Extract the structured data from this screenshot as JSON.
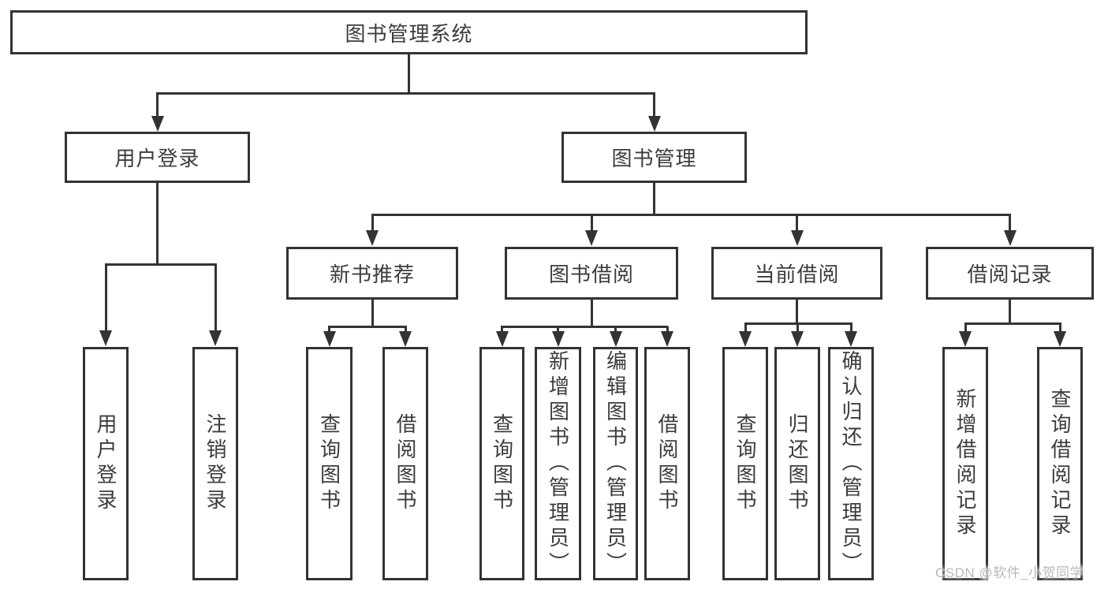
{
  "root": {
    "label": "图书管理系统"
  },
  "user_login": {
    "label": "用户登录",
    "children": {
      "login": "用户登录",
      "logout": "注销登录"
    }
  },
  "book_mgmt": {
    "label": "图书管理",
    "sections": {
      "new_books": {
        "label": "新书推荐",
        "children": {
          "query": "查询图书",
          "borrow": "借阅图书"
        }
      },
      "borrowing": {
        "label": "图书借阅",
        "children": {
          "query": "查询图书",
          "add": "新增图书（管理员）",
          "edit": "编辑图书（管理员）",
          "borrow": "借阅图书"
        }
      },
      "current": {
        "label": "当前借阅",
        "children": {
          "query": "查询图书",
          "return": "归还图书",
          "confirm": "确认归还（管理员）"
        }
      },
      "records": {
        "label": "借阅记录",
        "children": {
          "add": "新增借阅记录",
          "query": "查询借阅记录"
        }
      }
    }
  },
  "watermark": "CSDN @软件_小贺同学",
  "colors": {
    "line": "#333333",
    "text": "#3c3c3c",
    "watermark": "#b9b9b9",
    "background": "#ffffff"
  }
}
